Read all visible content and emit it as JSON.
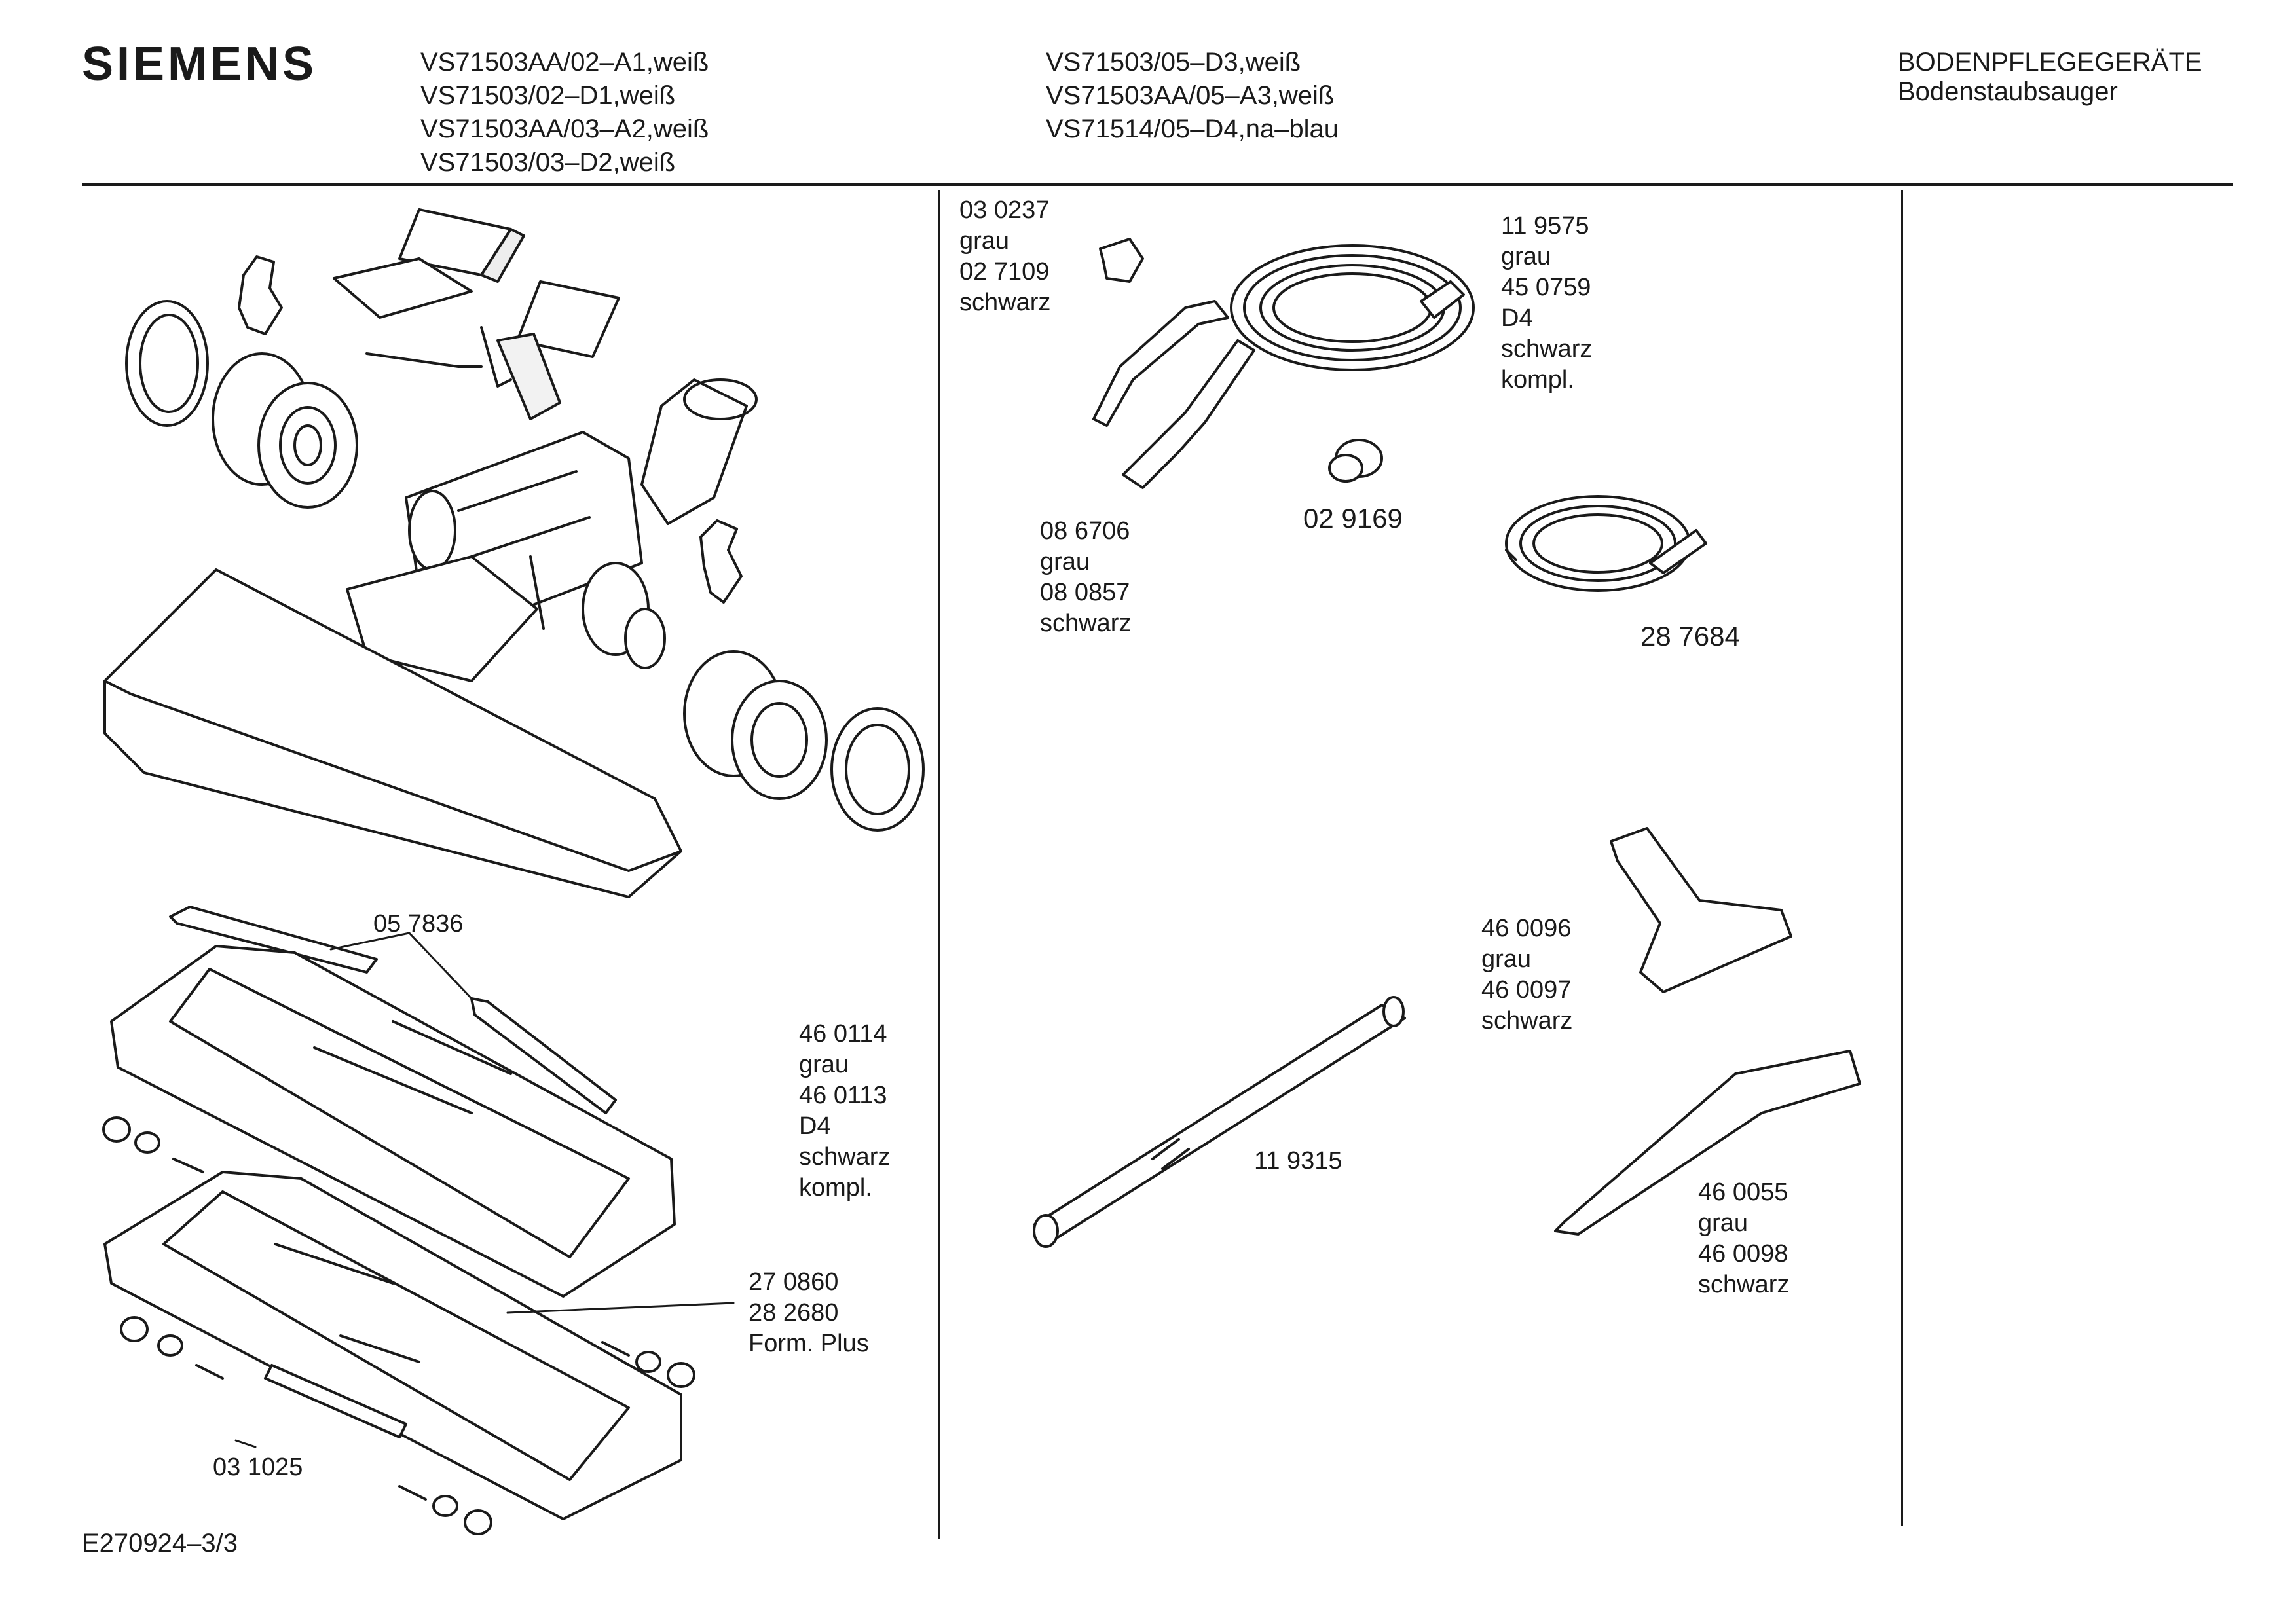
{
  "header": {
    "brand": "SIEMENS",
    "models_col1": [
      "VS71503AA/02–A1,weiß",
      "VS71503/02–D1,weiß",
      "VS71503AA/03–A2,weiß",
      "VS71503/03–D2,weiß"
    ],
    "models_col2": [
      "VS71503/05–D3,weiß",
      "VS71503AA/05–A3,weiß",
      "VS71514/05–D4,na–blau"
    ],
    "category": "BODENPFLEGEGERÄTE",
    "subcategory": "Bodenstaubsauger"
  },
  "parts": {
    "p057836": [
      "05 7836"
    ],
    "p460114": [
      "46 0114",
      "grau",
      "46 0113",
      "D4",
      "schwarz",
      "kompl."
    ],
    "p270860": [
      "27 0860",
      "28 2680",
      "Form. Plus"
    ],
    "p031025": [
      "03 1025"
    ],
    "p030237": [
      "03 0237",
      "grau",
      "02 7109",
      "schwarz"
    ],
    "p119575": [
      "11 9575",
      "grau",
      "45 0759",
      "D4",
      "schwarz",
      "kompl."
    ],
    "p086706": [
      "08 6706",
      "grau",
      "08 0857",
      "schwarz"
    ],
    "p029169": [
      "02 9169"
    ],
    "p287684": [
      "28 7684"
    ],
    "p460096": [
      "46 0096",
      "grau",
      "46 0097",
      "schwarz"
    ],
    "p119315": [
      "11 9315"
    ],
    "p460055": [
      "46 0055",
      "grau",
      "46 0098",
      "schwarz"
    ]
  },
  "footer": {
    "code": "E270924–3/3"
  }
}
